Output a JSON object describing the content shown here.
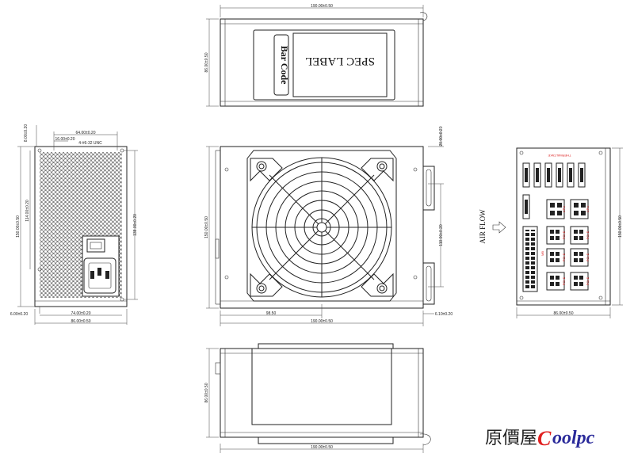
{
  "top_view": {
    "width_dim": "190.00±0.50",
    "height_dim": "86.00±0.50",
    "spec_label": "SPEC LABEL",
    "bar_code": "Bar Code"
  },
  "side_view": {
    "dim_top_offset": "8.00±0.20",
    "dim_64": "64.00±0.20",
    "dim_16": "16.00±0.20",
    "screw_note": "4-#6-32 UNC",
    "dim_left_150": "150.00±0.50",
    "dim_left_114": "114.00±0.20",
    "dim_right_138": "138.00±0.20",
    "dim_bottom_6": "6.00±0.20",
    "dim_74": "74.00±0.20",
    "dim_86": "86.00±0.50"
  },
  "fan_view": {
    "dim_20": "20.00±0.20",
    "dim_height_150": "150.00±0.50",
    "dim_110": "110.00±0.20",
    "dim_98": "98.50",
    "dim_6_10": "6.10±0.20",
    "dim_width_190": "190.00±0.50"
  },
  "modular_view": {
    "brand_mark": "THERMALTAKE",
    "dim_height_150": "150.00±0.50",
    "dim_width_86": "86.00±0.50",
    "air_flow": "AIR FLOW",
    "connector_labels": [
      "CPU",
      "CPU",
      "PCI-E",
      "PCI-E",
      "PCI-E",
      "PCI-E",
      "PCI-E",
      "PCI-E",
      "MB"
    ]
  },
  "bottom_view": {
    "height_dim": "86.00±0.50",
    "width_dim": "190.00±0.50"
  },
  "watermark": {
    "cn": "原價屋",
    "c_letter": "C",
    "rest": "oolpc"
  }
}
